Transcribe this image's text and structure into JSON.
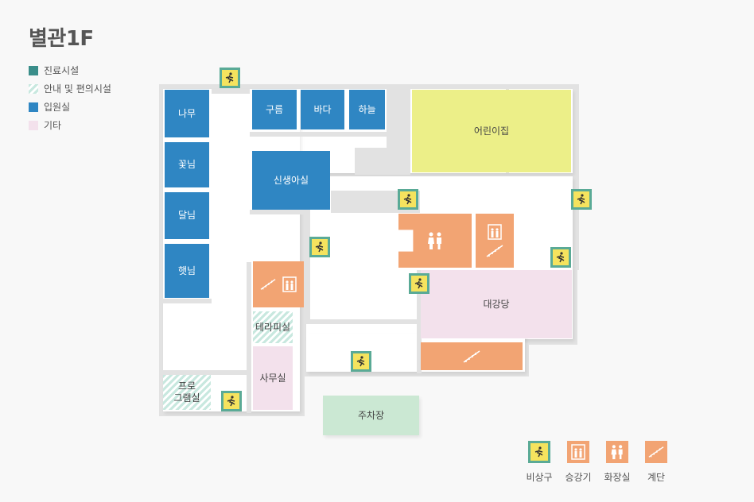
{
  "title": "별관1F",
  "legend": [
    {
      "label": "진료시설",
      "color": "#3a8e8a",
      "pattern": "solid"
    },
    {
      "label": "안내 및 편의시설",
      "color": "#c8e8df",
      "pattern": "hatch"
    },
    {
      "label": "입원실",
      "color": "#2f86c3",
      "pattern": "solid"
    },
    {
      "label": "기타",
      "color": "#f3e1ec",
      "pattern": "solid"
    }
  ],
  "rooms": {
    "namu": "나무",
    "kkotnim": "꽃님",
    "dalnim": "달님",
    "haetnim": "햇님",
    "gureum": "구름",
    "bada": "바다",
    "haneul": "하늘",
    "eorinijip": "어린이집",
    "sinsaengasil": "신생아실",
    "daegangdang": "대강당",
    "terrace": "테라피실",
    "samusil": "사무실",
    "program_line1": "프로",
    "program_line2": "그램실",
    "parking": "주차장"
  },
  "bottom_legend": [
    {
      "label": "비상구",
      "icon": "emergency-exit-icon"
    },
    {
      "label": "승강기",
      "icon": "elevator-icon"
    },
    {
      "label": "화장실",
      "icon": "restroom-icon"
    },
    {
      "label": "계단",
      "icon": "stairs-icon"
    }
  ],
  "colors": {
    "inpatient": "#2f86c3",
    "daycare": "#ecef88",
    "facility": "#f2a473",
    "other": "#f3e1ec",
    "parking": "#cbe8d3",
    "exit": "#f5e35e"
  }
}
